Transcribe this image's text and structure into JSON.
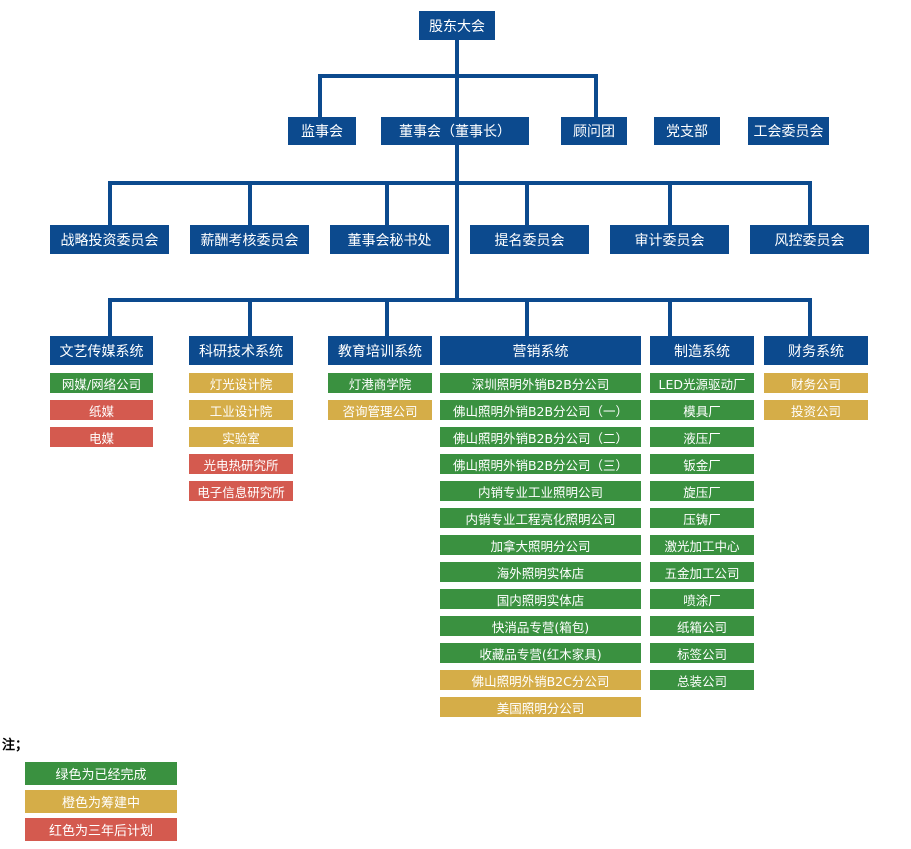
{
  "top": {
    "shareholders": "股东大会"
  },
  "level2": {
    "supervisory": "监事会",
    "board": "董事会（董事长）",
    "advisory": "顾问团",
    "party": "党支部",
    "union": "工会委员会"
  },
  "committees": [
    "战略投资委员会",
    "薪酬考核委员会",
    "董事会秘书处",
    "提名委员会",
    "审计委员会",
    "风控委员会"
  ],
  "systems": [
    {
      "name": "文艺传媒系统",
      "items": [
        {
          "label": "网媒/网络公司",
          "status": "green"
        },
        {
          "label": "纸媒",
          "status": "red"
        },
        {
          "label": "电媒",
          "status": "red"
        }
      ]
    },
    {
      "name": "科研技术系统",
      "items": [
        {
          "label": "灯光设计院",
          "status": "orange"
        },
        {
          "label": "工业设计院",
          "status": "orange"
        },
        {
          "label": "实验室",
          "status": "orange"
        },
        {
          "label": "光电热研究所",
          "status": "red"
        },
        {
          "label": "电子信息研究所",
          "status": "red"
        }
      ]
    },
    {
      "name": "教育培训系统",
      "items": [
        {
          "label": "灯港商学院",
          "status": "green"
        },
        {
          "label": "咨询管理公司",
          "status": "orange"
        }
      ]
    },
    {
      "name": "营销系统",
      "items": [
        {
          "label": "深圳照明外销B2B分公司",
          "status": "green"
        },
        {
          "label": "佛山照明外销B2B分公司（一）",
          "status": "green"
        },
        {
          "label": "佛山照明外销B2B分公司（二）",
          "status": "green"
        },
        {
          "label": "佛山照明外销B2B分公司（三）",
          "status": "green"
        },
        {
          "label": "内销专业工业照明公司",
          "status": "green"
        },
        {
          "label": "内销专业工程亮化照明公司",
          "status": "green"
        },
        {
          "label": "加拿大照明分公司",
          "status": "green"
        },
        {
          "label": "海外照明实体店",
          "status": "green"
        },
        {
          "label": "国内照明实体店",
          "status": "green"
        },
        {
          "label": "快消品专营(箱包)",
          "status": "green"
        },
        {
          "label": "收藏品专营(红木家具)",
          "status": "green"
        },
        {
          "label": "佛山照明外销B2C分公司",
          "status": "orange"
        },
        {
          "label": "美国照明分公司",
          "status": "orange"
        }
      ]
    },
    {
      "name": "制造系统",
      "items": [
        {
          "label": "LED光源驱动厂",
          "status": "green"
        },
        {
          "label": "模具厂",
          "status": "green"
        },
        {
          "label": "液压厂",
          "status": "green"
        },
        {
          "label": "钣金厂",
          "status": "green"
        },
        {
          "label": "旋压厂",
          "status": "green"
        },
        {
          "label": "压铸厂",
          "status": "green"
        },
        {
          "label": "激光加工中心",
          "status": "green"
        },
        {
          "label": "五金加工公司",
          "status": "green"
        },
        {
          "label": "喷涂厂",
          "status": "green"
        },
        {
          "label": "纸箱公司",
          "status": "green"
        },
        {
          "label": "标签公司",
          "status": "green"
        },
        {
          "label": "总装公司",
          "status": "green"
        }
      ]
    },
    {
      "name": "财务系统",
      "items": [
        {
          "label": "财务公司",
          "status": "orange"
        },
        {
          "label": "投资公司",
          "status": "orange"
        }
      ]
    }
  ],
  "legend": {
    "title": "注；",
    "items": [
      {
        "label": "绿色为已经完成",
        "status": "green"
      },
      {
        "label": "橙色为筹建中",
        "status": "orange"
      },
      {
        "label": "红色为三年后计划",
        "status": "red"
      }
    ]
  },
  "colors": {
    "blue": "#0c4a8e",
    "green": "#3a9140",
    "orange": "#d5ad48",
    "red": "#d45a4f"
  }
}
